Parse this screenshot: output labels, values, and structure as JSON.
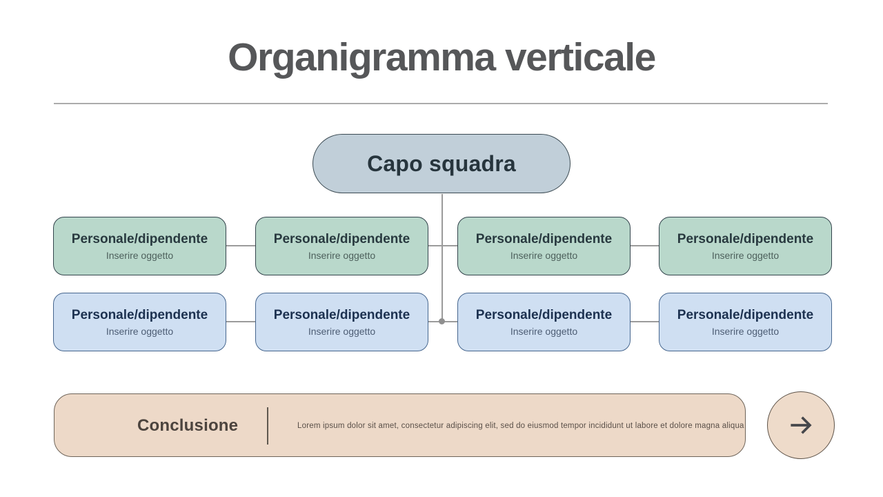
{
  "slide": {
    "title": "Organigramma verticale",
    "org_chart": {
      "root_label": "Capo squadra",
      "rows": [
        {
          "nodes": [
            {
              "title": "Personale/dipendente",
              "subtitle": "Inserire oggetto"
            },
            {
              "title": "Personale/dipendente",
              "subtitle": "Inserire oggetto"
            },
            {
              "title": "Personale/dipendente",
              "subtitle": "Inserire oggetto"
            },
            {
              "title": "Personale/dipendente",
              "subtitle": "Inserire oggetto"
            }
          ]
        },
        {
          "nodes": [
            {
              "title": "Personale/dipendente",
              "subtitle": "Inserire oggetto"
            },
            {
              "title": "Personale/dipendente",
              "subtitle": "Inserire oggetto"
            },
            {
              "title": "Personale/dipendente",
              "subtitle": "Inserire oggetto"
            },
            {
              "title": "Personale/dipendente",
              "subtitle": "Inserire oggetto"
            }
          ]
        }
      ]
    },
    "conclusion": {
      "heading": "Conclusione",
      "body": "Lorem ipsum dolor sit amet, consectetur adipiscing elit, sed do eiusmod tempor incididunt ut labore et dolore magna aliqua"
    },
    "next_button_icon": "arrow-right-icon"
  },
  "colors": {
    "root_fill": "#c1cfd9",
    "root_border": "#3b4a52",
    "row1_fill": "#b9d8cb",
    "row1_border": "#33444c",
    "row2_fill": "#cfdff2",
    "row2_border": "#46668e",
    "conclusion_fill": "#edd9c8",
    "conclusion_border": "#6e6459",
    "title_text": "#565759",
    "connector": "#9b9b9b"
  }
}
